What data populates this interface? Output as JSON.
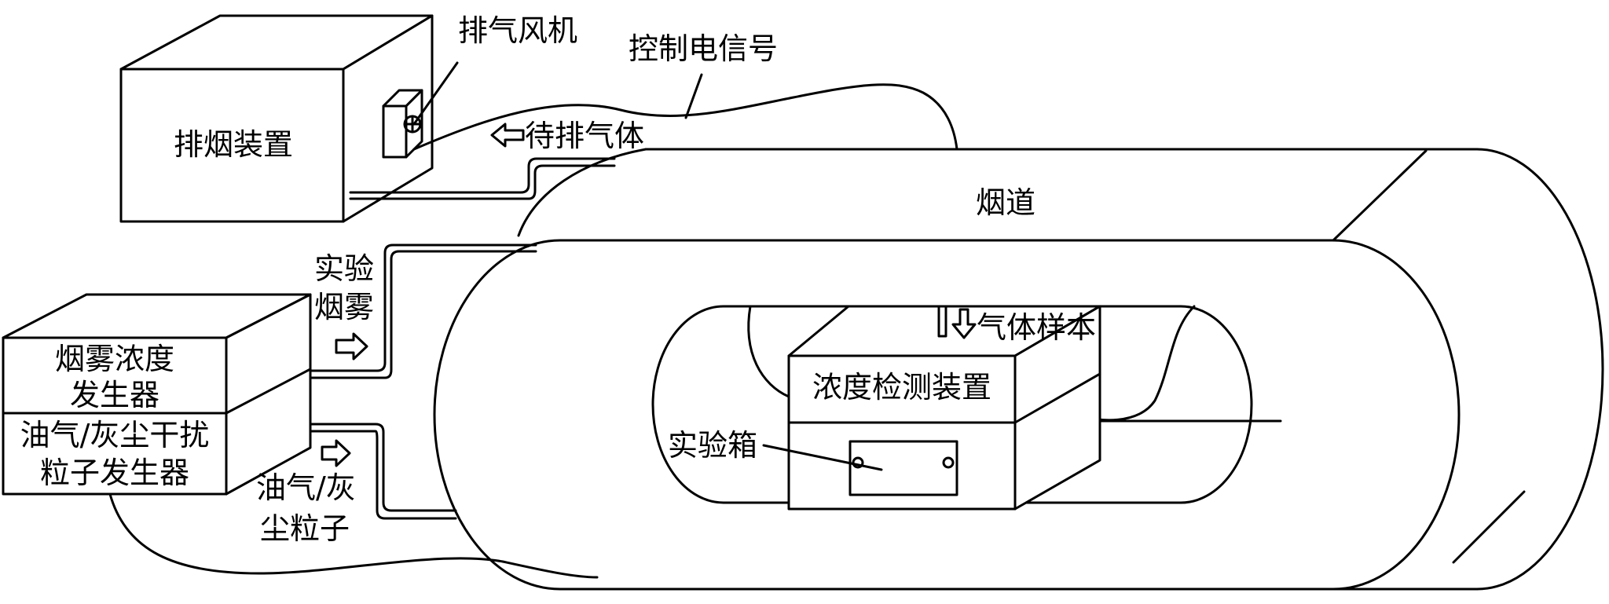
{
  "labels": {
    "exhaust_device": "排烟装置",
    "exhaust_fan": "排气风机",
    "control_signal": "控制电信号",
    "gas_to_exhaust": "待排气体",
    "flue": "烟道",
    "experimental_smoke_1": "实验",
    "experimental_smoke_2": "烟雾",
    "smoke_generator_1": "烟雾浓度",
    "smoke_generator_2": "发生器",
    "interference_generator_1": "油气/灰尘干扰",
    "interference_generator_2": "粒子发生器",
    "oil_dust_particles_1": "油气/灰",
    "oil_dust_particles_2": "尘粒子",
    "gas_sample": "气体样本",
    "concentration_detector": "浓度检测装置",
    "test_chamber": "实验箱"
  },
  "colors": {
    "line": "#000000",
    "background": "#ffffff"
  }
}
